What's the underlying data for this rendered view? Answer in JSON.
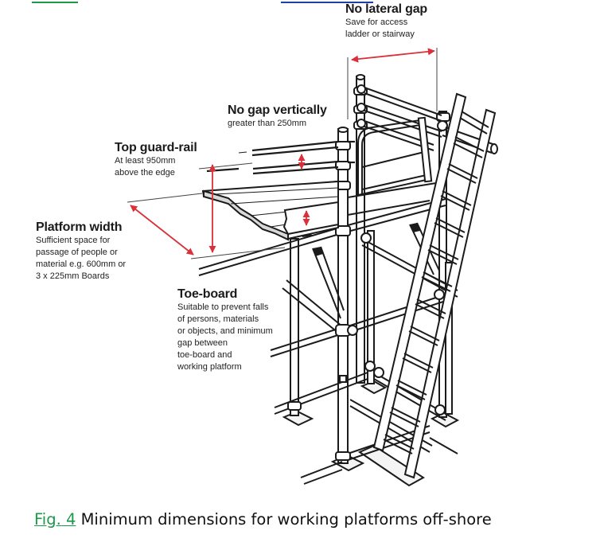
{
  "figure": {
    "number_link": "Fig. 4",
    "caption_text": " Minimum dimensions for working platforms off-shore",
    "accent_colors": {
      "link_green": "#1a9a4a",
      "dimension_red": "#d9303a",
      "line_black": "#1b1b1b"
    }
  },
  "labels": {
    "no_lateral_gap": {
      "heading": "No lateral gap",
      "lines": [
        "Save for access",
        "ladder or stairway"
      ]
    },
    "no_gap_vertically": {
      "heading": "No gap vertically",
      "lines": [
        "greater than 250mm"
      ]
    },
    "top_guard_rail": {
      "heading": "Top guard-rail",
      "lines": [
        "At least 950mm",
        "above the edge"
      ]
    },
    "platform_width": {
      "heading": "Platform width",
      "lines": [
        "Sufficient space for",
        "passage of people or",
        "material e.g. 600mm or",
        "3 x 225mm Boards"
      ]
    },
    "toe_board": {
      "heading": "Toe-board",
      "lines": [
        "Suitable to prevent falls",
        "of persons, materials",
        "or objects, and minimum",
        "gap between",
        "toe-board and",
        "working platform"
      ]
    }
  }
}
